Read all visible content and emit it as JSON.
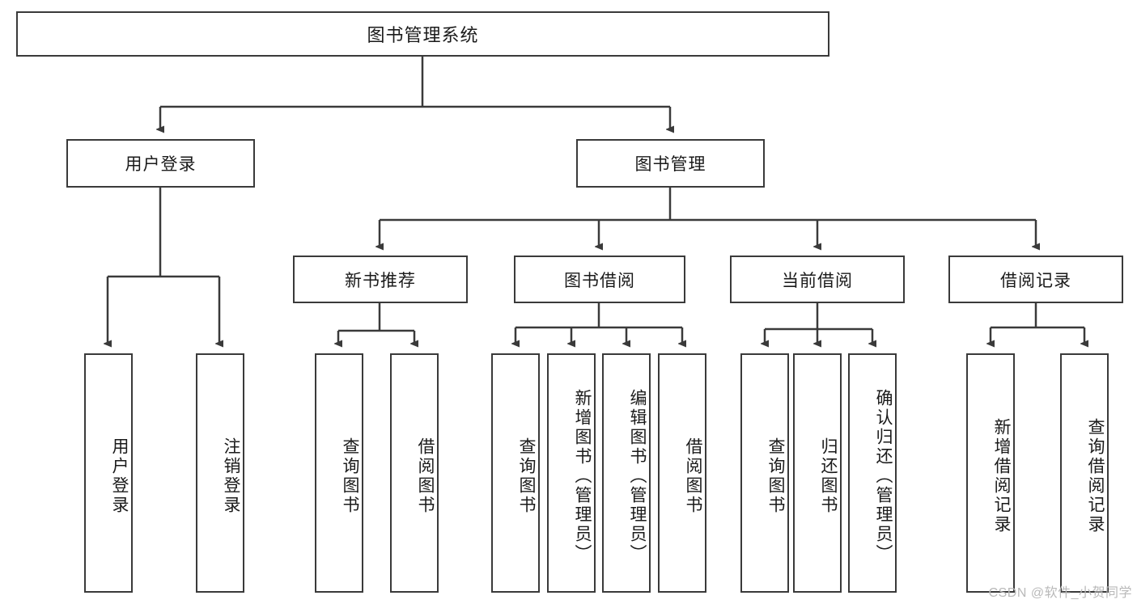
{
  "diagram": {
    "title": "图书管理系统",
    "type": "hierarchy-tree",
    "root": {
      "label": "图书管理系统"
    },
    "level2": [
      {
        "label": "用户登录"
      },
      {
        "label": "图书管理"
      }
    ],
    "level3": [
      {
        "label": "新书推荐"
      },
      {
        "label": "图书借阅"
      },
      {
        "label": "当前借阅"
      },
      {
        "label": "借阅记录"
      }
    ],
    "leaves": {
      "user_login": [
        {
          "label": "用户登录"
        },
        {
          "label": "注销登录"
        }
      ],
      "new_book_recommend": [
        {
          "label": "查询图书"
        },
        {
          "label": "借阅图书"
        }
      ],
      "book_borrow": [
        {
          "label": "查询图书"
        },
        {
          "label": "新增图书（管理员）"
        },
        {
          "label": "编辑图书（管理员）"
        },
        {
          "label": "借阅图书"
        }
      ],
      "current_borrow": [
        {
          "label": "查询图书"
        },
        {
          "label": "归还图书"
        },
        {
          "label": "确认归还（管理员）"
        }
      ],
      "borrow_record": [
        {
          "label": "新增借阅记录"
        },
        {
          "label": "查询借阅记录"
        }
      ]
    }
  },
  "watermark": {
    "text": "CSDN @软件_小贺同学"
  },
  "colors": {
    "border": "#3a3a3a",
    "text": "#1a1a1a",
    "background": "#ffffff",
    "watermark": "#b9b9b9"
  }
}
